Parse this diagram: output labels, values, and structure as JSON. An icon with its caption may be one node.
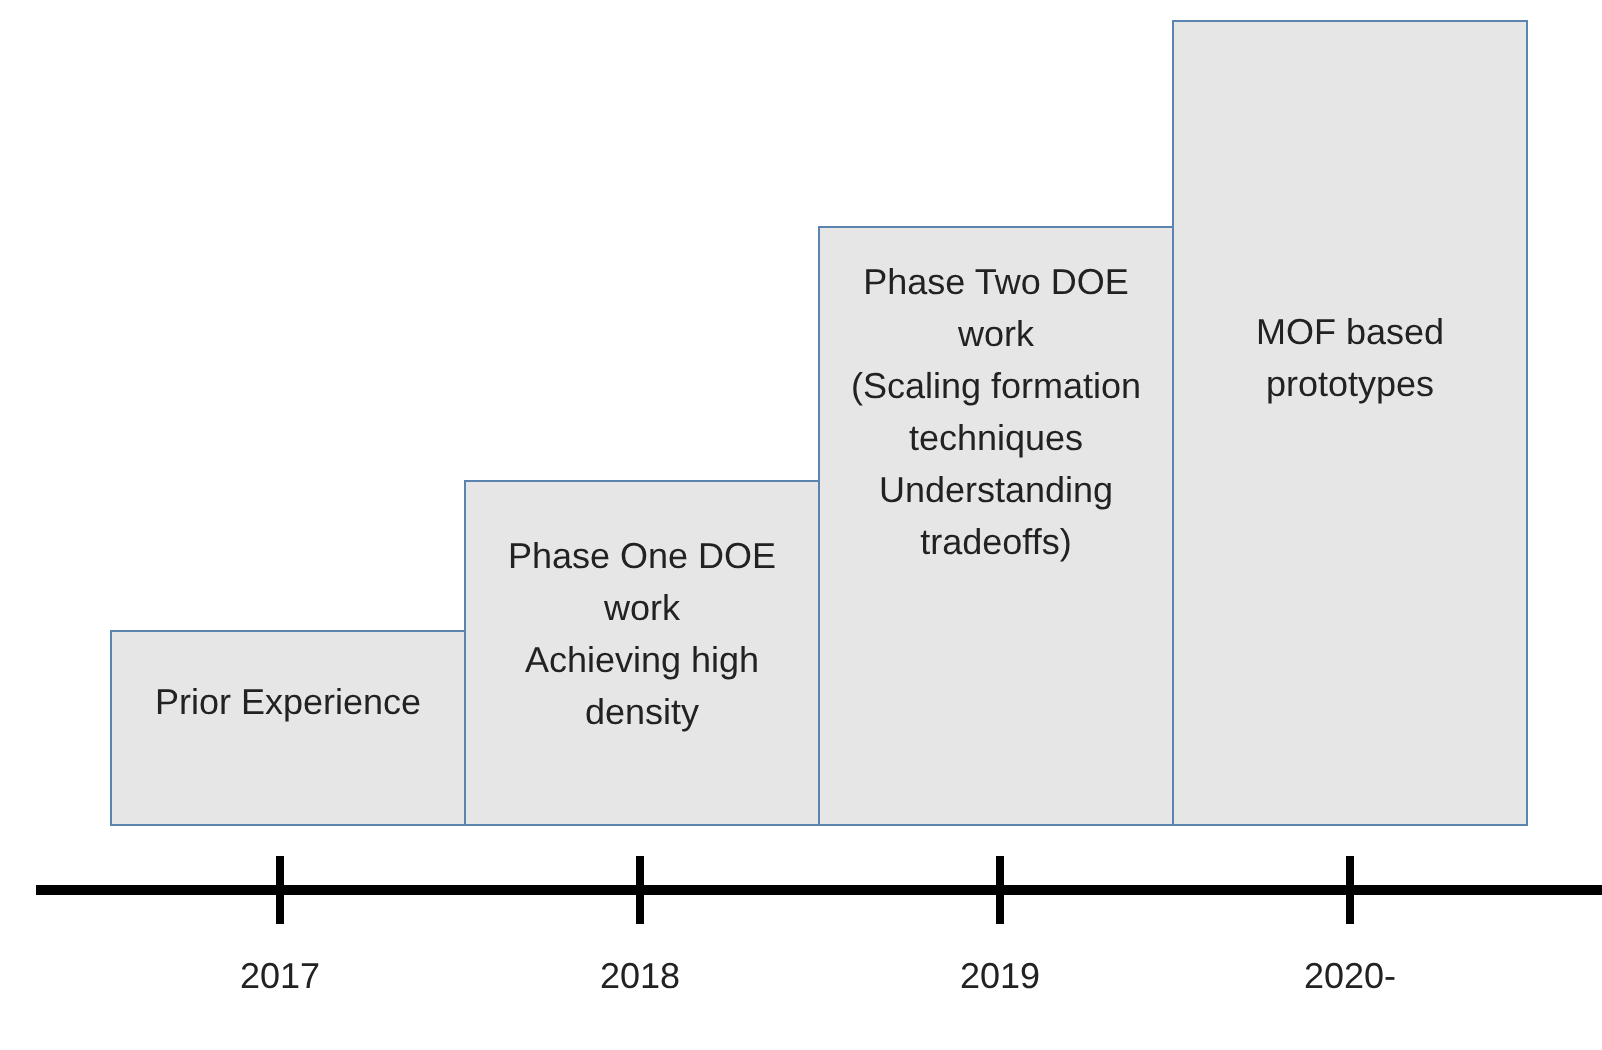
{
  "diagram": {
    "nodes": [
      {
        "text": [
          "Prior Experience"
        ]
      },
      {
        "text": [
          "Phase One DOE work",
          "Achieving high density"
        ]
      },
      {
        "text": [
          "Phase Two DOE work",
          "(Scaling formation techniques Understanding tradeoffs)"
        ]
      },
      {
        "text": [
          "MOF based prototypes"
        ]
      }
    ],
    "edges": [],
    "labels": [
      "2017",
      "2018",
      "2019",
      "2020-"
    ]
  }
}
